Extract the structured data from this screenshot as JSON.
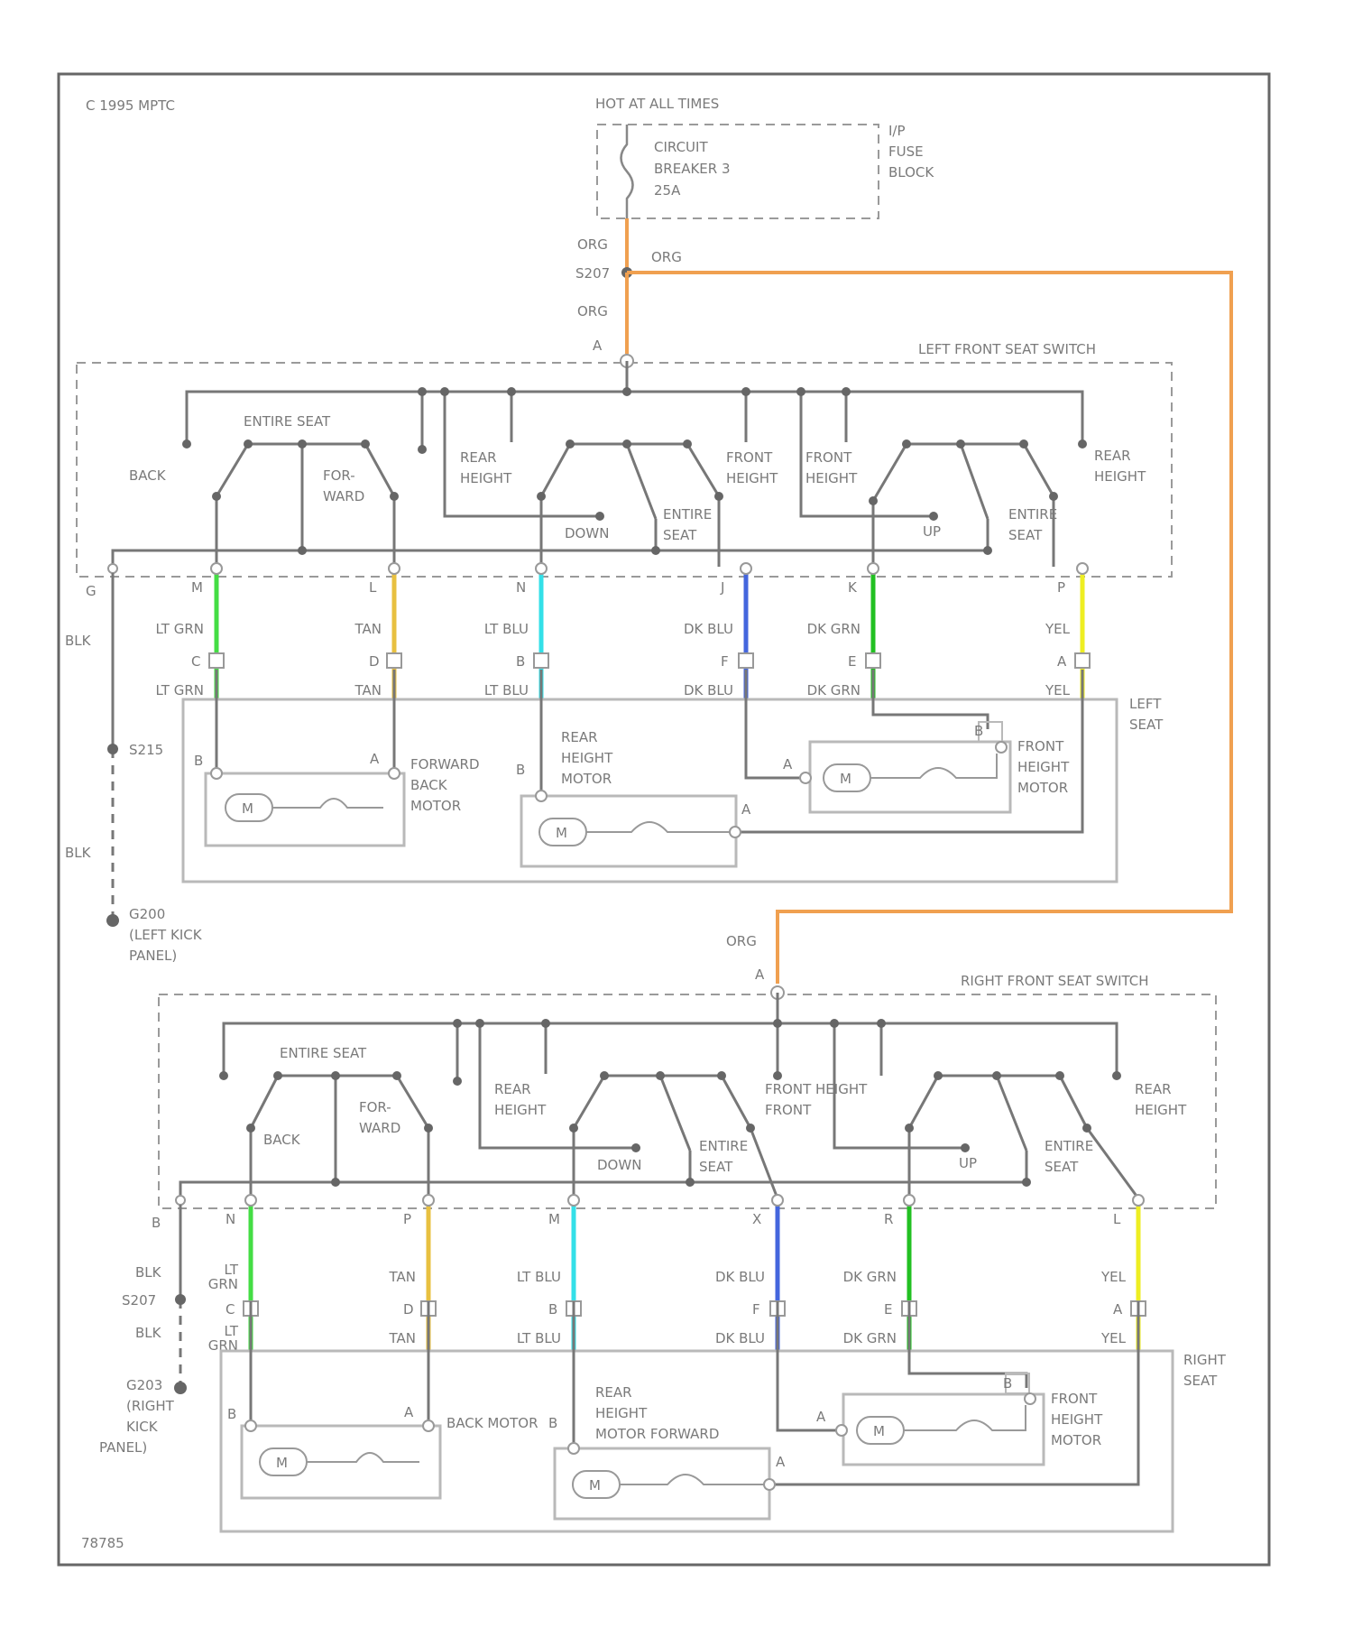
{
  "copyright": "C 1995 MPTC",
  "figure_number": "78785",
  "power": {
    "hot_label": "HOT AT ALL TIMES",
    "breaker_lines": [
      "CIRCUIT",
      "BREAKER 3",
      "25A"
    ],
    "block_lines": [
      "I/P",
      "FUSE",
      "BLOCK"
    ],
    "splice": "S207"
  },
  "wire_colors": {
    "ORG": "#f0a050",
    "LT GRN": "#44dd44",
    "TAN": "#e8c040",
    "LT BLU": "#33e0e8",
    "DK BLU": "#4466dd",
    "DK GRN": "#22c022",
    "YEL": "#eeee22",
    "BLK": "#666666"
  },
  "left": {
    "switch_title": "LEFT FRONT SEAT SWITCH",
    "seat_title": [
      "LEFT",
      "SEAT"
    ],
    "feed_pin": "A",
    "wire_org": "ORG",
    "ground_pin": "G",
    "ground_wire": "BLK",
    "ground_splice": "S215",
    "ground_wire2": "BLK",
    "ground_point": [
      "G200",
      "(LEFT KICK",
      "PANEL)"
    ],
    "labels": {
      "entire_seat": "ENTIRE SEAT",
      "back": "BACK",
      "forward": [
        "FOR-",
        "WARD"
      ],
      "rear_height_1": [
        "REAR",
        "HEIGHT"
      ],
      "down": "DOWN",
      "entire_seat_2": [
        "ENTIRE",
        "SEAT"
      ],
      "front_height_1": [
        "FRONT",
        "HEIGHT"
      ],
      "front_height_2": [
        "FRONT",
        "HEIGHT"
      ],
      "up": "UP",
      "entire_seat_3": [
        "ENTIRE",
        "SEAT"
      ],
      "rear_height_2": [
        "REAR",
        "HEIGHT"
      ]
    },
    "circuits": [
      {
        "pin": "M",
        "wire": "LT GRN",
        "conn": "C",
        "wire2": "LT GRN"
      },
      {
        "pin": "L",
        "wire": "TAN",
        "conn": "D",
        "wire2": "TAN"
      },
      {
        "pin": "N",
        "wire": "LT BLU",
        "conn": "B",
        "wire2": "LT BLU"
      },
      {
        "pin": "J",
        "wire": "DK BLU",
        "conn": "F",
        "wire2": "DK BLU"
      },
      {
        "pin": "K",
        "wire": "DK GRN",
        "conn": "E",
        "wire2": "DK GRN"
      },
      {
        "pin": "P",
        "wire": "YEL",
        "conn": "A",
        "wire2": "YEL"
      }
    ],
    "motors": {
      "forward_back": [
        "FORWARD",
        "BACK",
        "MOTOR"
      ],
      "rear_height": [
        "REAR",
        "HEIGHT",
        "MOTOR"
      ],
      "front_height": [
        "FRONT",
        "HEIGHT",
        "MOTOR"
      ],
      "m": "M",
      "pin_a": "A",
      "pin_b": "B"
    }
  },
  "right": {
    "switch_title": "RIGHT FRONT SEAT SWITCH",
    "seat_title": [
      "RIGHT",
      "SEAT"
    ],
    "feed_pin": "A",
    "wire_org": "ORG",
    "ground_pin": "B",
    "ground_wire": "BLK",
    "ground_splice": "S207",
    "ground_wire2": "BLK",
    "ground_point": [
      "G203",
      "(RIGHT",
      "KICK",
      "PANEL)"
    ],
    "labels": {
      "entire_seat": "ENTIRE SEAT",
      "back": "BACK",
      "forward": [
        "FOR-",
        "WARD"
      ],
      "rear_height_1": [
        "REAR",
        "HEIGHT"
      ],
      "down": "DOWN",
      "entire_seat_2": [
        "ENTIRE",
        "SEAT"
      ],
      "front_height": [
        "FRONT HEIGHT",
        "FRONT"
      ],
      "up": "UP",
      "entire_seat_3": [
        "ENTIRE",
        "SEAT"
      ],
      "rear_height_2": [
        "REAR",
        "HEIGHT"
      ]
    },
    "circuits": [
      {
        "pin": "N",
        "wire": [
          "LT",
          "GRN"
        ],
        "conn": "C",
        "wire2": [
          "LT",
          "GRN"
        ]
      },
      {
        "pin": "P",
        "wire": "TAN",
        "conn": "D",
        "wire2": "TAN"
      },
      {
        "pin": "M",
        "wire": "LT BLU",
        "conn": "B",
        "wire2": "LT BLU"
      },
      {
        "pin": "X",
        "wire": "DK BLU",
        "conn": "F",
        "wire2": "DK BLU"
      },
      {
        "pin": "R",
        "wire": "DK GRN",
        "conn": "E",
        "wire2": "DK GRN"
      },
      {
        "pin": "L",
        "wire": "YEL",
        "conn": "A",
        "wire2": "YEL"
      }
    ],
    "motors": {
      "back": "BACK MOTOR",
      "rear_height": [
        "REAR",
        "HEIGHT",
        "MOTOR FORWARD"
      ],
      "front_height": [
        "FRONT",
        "HEIGHT",
        "MOTOR"
      ],
      "m": "M",
      "pin_a": "A",
      "pin_b": "B"
    }
  }
}
